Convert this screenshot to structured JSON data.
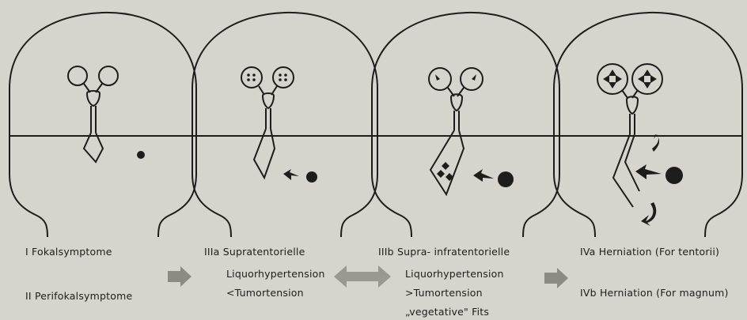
{
  "stages": [
    {
      "id": "I",
      "label": "I  Fokalsymptome"
    },
    {
      "id": "II",
      "label": "II  Perifokalsymptome"
    },
    {
      "id": "IIIa",
      "label_lines": [
        "IIIa Supratentorielle",
        "Liquorhypertension",
        "<Tumortension"
      ]
    },
    {
      "id": "IIIb",
      "label_lines": [
        "IIIb Supra- infratentorielle",
        "Liquorhypertension",
        ">Tumortension",
        "„vegetative\" Fits"
      ]
    },
    {
      "id": "IVa",
      "label": "IVa Herniation (For tentorii)"
    },
    {
      "id": "IVb",
      "label": "IVb Herniation (For magnum)"
    }
  ],
  "colors": {
    "background": "#d7d4cd",
    "ink": "#1d1d1d"
  }
}
